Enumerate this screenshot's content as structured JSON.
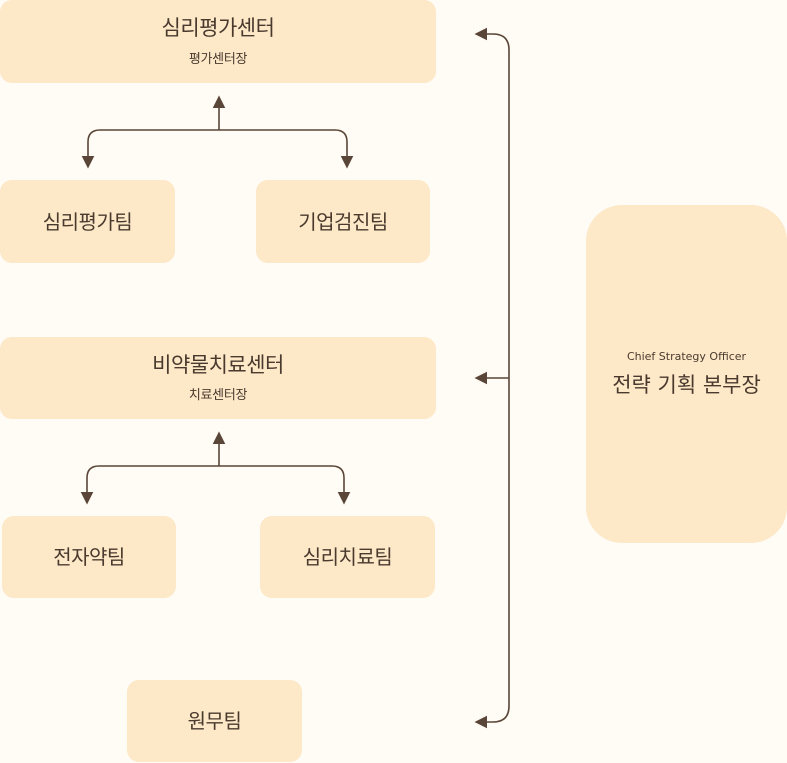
{
  "centers": {
    "assessment": {
      "name": "심리평가센터",
      "head": "평가센터장"
    },
    "treatment": {
      "name": "비약물치료센터",
      "head": "치료센터장"
    }
  },
  "teams": {
    "psych_assessment": "심리평가팀",
    "corporate_screening": "기업검진팀",
    "electronic_medicine": "전자약팀",
    "psychotherapy": "심리치료팀",
    "admin": "원무팀"
  },
  "officer": {
    "title_en": "Chief Strategy Officer",
    "title_ko": "전략 기획 본부장"
  },
  "colors": {
    "background": "#fffbf5",
    "box": "#fde8c8",
    "line": "#5a4638",
    "text": "#4a3a2e"
  }
}
